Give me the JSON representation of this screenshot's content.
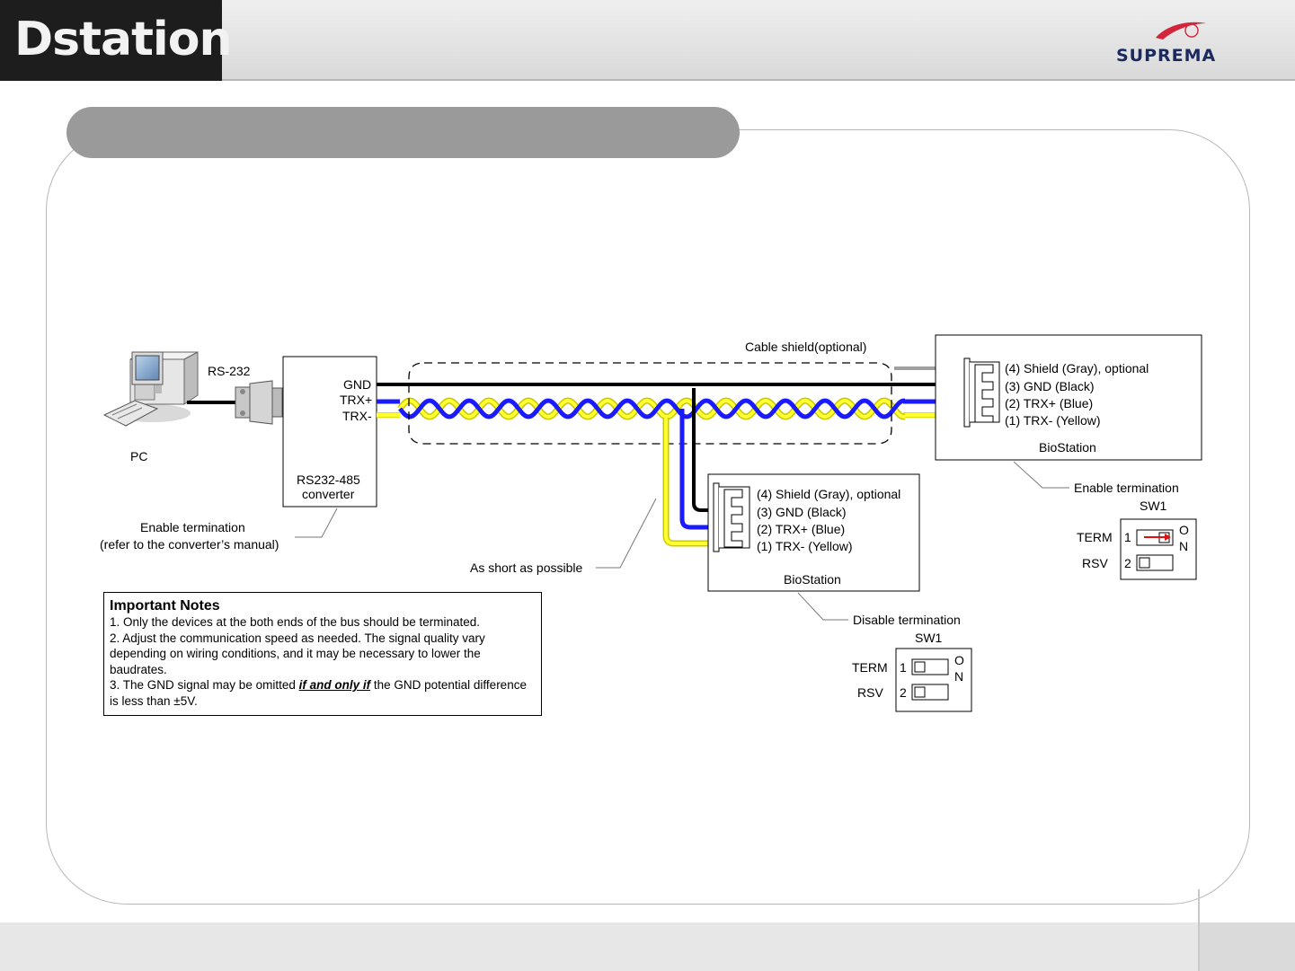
{
  "header": {
    "logo": "Dstation",
    "brand": "SUPREMA"
  },
  "diagram": {
    "pc_label": "PC",
    "rs232_label": "RS-232",
    "converter": {
      "pins": [
        "GND",
        "TRX+",
        "TRX-"
      ],
      "name_line1": "RS232-485",
      "name_line2": "converter"
    },
    "cable_shield_label": "Cable shield(optional)",
    "device_right": {
      "pins": [
        "(4) Shield (Gray), optional",
        "(3) GND (Black)",
        "(2) TRX+ (Blue)",
        "(1) TRX- (Yellow)"
      ],
      "name": "BioStation"
    },
    "device_mid": {
      "pins": [
        "(4) Shield (Gray), optional",
        "(3) GND (Black)",
        "(2) TRX+ (Blue)",
        "(1) TRX- (Yellow)"
      ],
      "name": "BioStation"
    },
    "enable_term_converter": [
      "Enable termination",
      "(refer to the converter’s manual)"
    ],
    "short_label": "As short as possible",
    "switch_enable": {
      "caption": "Enable termination",
      "sw": "SW1",
      "rows": [
        "TERM",
        "RSV"
      ],
      "nums": [
        "1",
        "2"
      ],
      "on": [
        "O",
        "N"
      ]
    },
    "switch_disable": {
      "caption": "Disable termination",
      "sw": "SW1",
      "rows": [
        "TERM",
        "RSV"
      ],
      "nums": [
        "1",
        "2"
      ],
      "on": [
        "O",
        "N"
      ]
    },
    "colors": {
      "gnd": "#000000",
      "trx_plus": "#1a1aff",
      "trx_minus": "#ffff33",
      "shield": "#a0a0a0",
      "arrow": "#e01010"
    }
  },
  "notes": {
    "heading": "Important Notes",
    "item1": "1. Only the devices at the both ends of the bus should be terminated.",
    "item2": "2. Adjust the communication speed as needed. The signal quality vary depending on wiring conditions, and it may be necessary to lower the baudrates.",
    "item3_a": "3. The GND signal may be omitted ",
    "item3_em": "if and only if",
    "item3_b": " the GND potential difference is less than ±5V."
  }
}
